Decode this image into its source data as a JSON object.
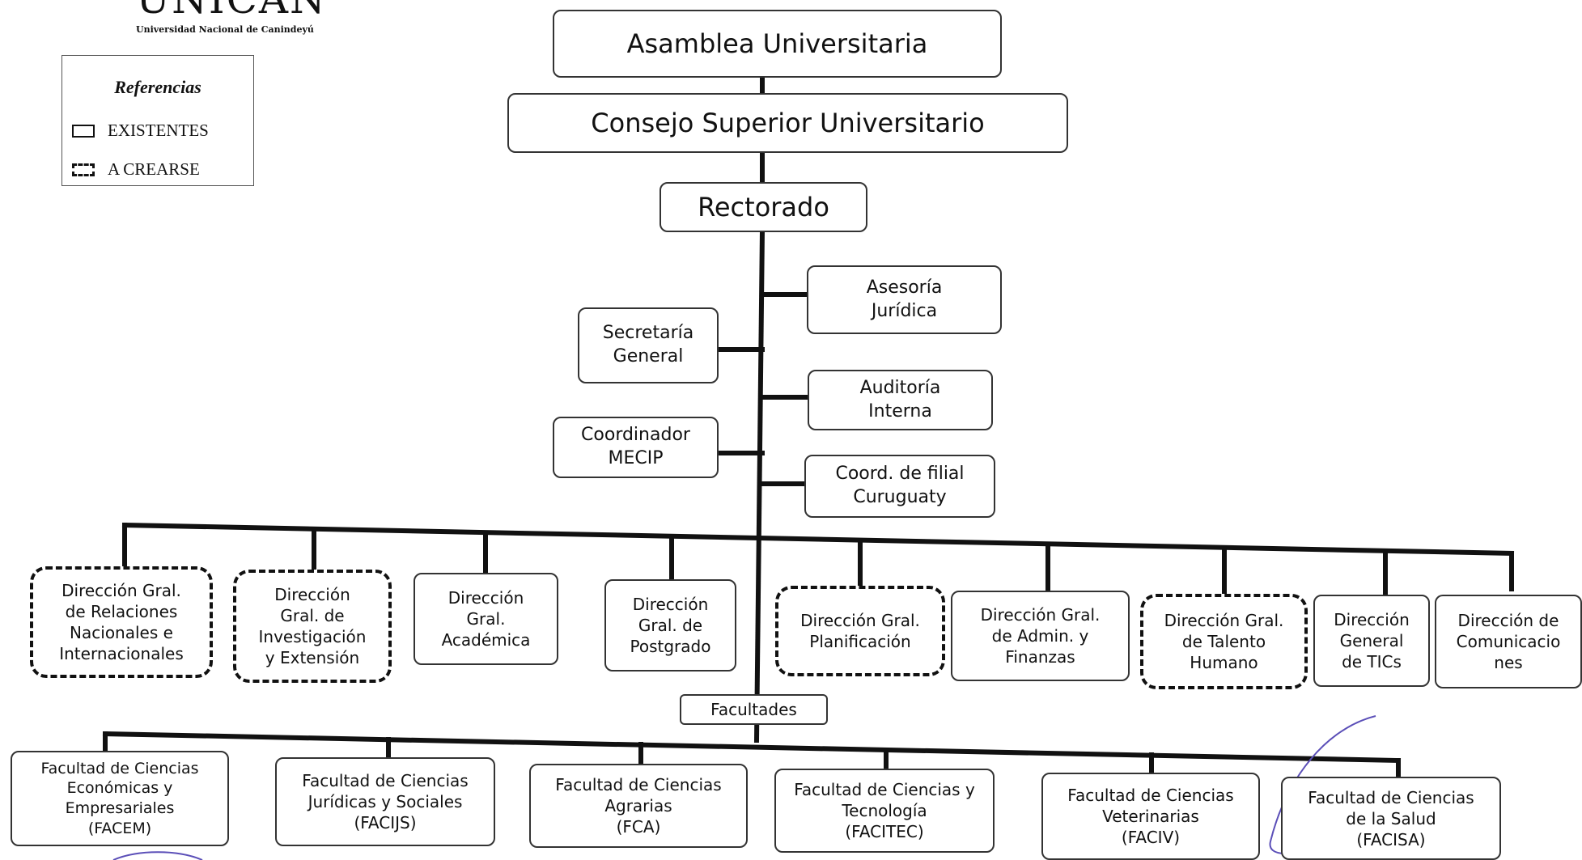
{
  "header": {
    "logo_text": "UNICAN",
    "logo_subtitle": "Universidad Nacional de Canindeyú"
  },
  "legend": {
    "title": "Referencias",
    "existing_label": "EXISTENTES",
    "to_create_label": "A CREARSE"
  },
  "nodes": {
    "asamblea": "Asamblea Universitaria",
    "consejo": "Consejo Superior Universitario",
    "rectorado": "Rectorado",
    "asesoria": "Asesoría\nJurídica",
    "secretaria": "Secretaría\nGeneral",
    "auditoria": "Auditoría\nInterna",
    "mecip": "Coordinador\nMECIP",
    "filial": "Coord. de filial\nCuruguaty"
  },
  "directions": [
    {
      "label": "Dirección Gral.\nde Relaciones\nNacionales e\nInternacionales",
      "status": "a_crearse"
    },
    {
      "label": "Dirección\nGral. de\nInvestigación\ny Extensión",
      "status": "a_crearse"
    },
    {
      "label": "Dirección\nGral.\nAcadémica",
      "status": "existente"
    },
    {
      "label": "Dirección\nGral. de\nPostgrado",
      "status": "existente"
    },
    {
      "label": "Dirección Gral.\nPlanificación",
      "status": "a_crearse"
    },
    {
      "label": "Dirección Gral.\nde Admin. y\nFinanzas",
      "status": "existente"
    },
    {
      "label": "Dirección Gral.\nde Talento\nHumano",
      "status": "a_crearse"
    },
    {
      "label": "Dirección\nGeneral\nde TICs",
      "status": "existente"
    },
    {
      "label": "Dirección de\nComunicacio\nnes",
      "status": "existente"
    }
  ],
  "faculties_label": "Facultades",
  "faculties": [
    "Facultad de Ciencias\nEconómicas y\nEmpresariales\n(FACEM)",
    "Facultad de Ciencias\nJurídicas y Sociales\n(FACIJS)",
    "Facultad de Ciencias\nAgrarias\n(FCA)",
    "Facultad de Ciencias y\nTecnología\n(FACITEC)",
    "Facultad de Ciencias\nVeterinarias\n(FACIV)",
    "Facultad de Ciencias\nde la Salud\n(FACISA)"
  ],
  "colors": {
    "line": "#111111",
    "signature": "#5b4fb8"
  }
}
